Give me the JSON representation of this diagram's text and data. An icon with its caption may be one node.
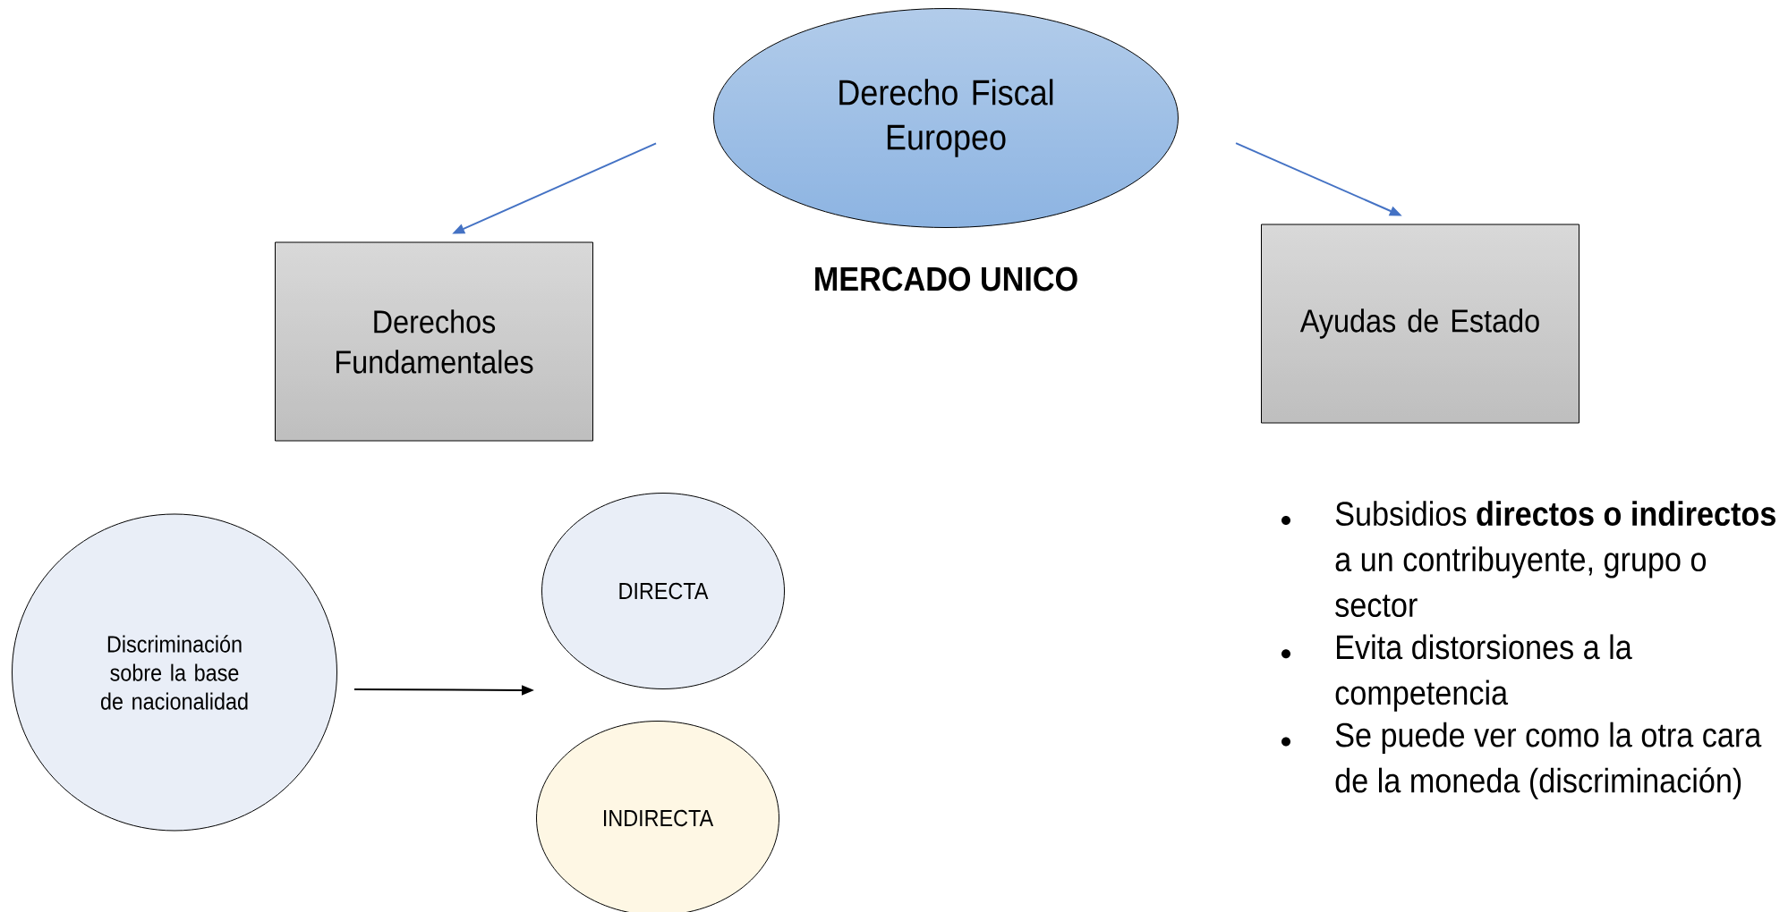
{
  "diagram": {
    "nodes": [
      {
        "text": [
          "Derecho Fiscal Europeo"
        ]
      },
      {
        "text": [
          "Derechos Fundamentales"
        ]
      },
      {
        "text": [
          "Ayudas de Estado"
        ]
      },
      {
        "text": [
          "Discriminación sobre la base de nacionalidad"
        ]
      },
      {
        "text": [
          "DIRECTA"
        ]
      },
      {
        "text": [
          "INDIRECTA"
        ]
      }
    ],
    "edges": [
      {
        "from": 0,
        "to": 1,
        "arrow": "to"
      },
      {
        "from": 0,
        "to": 2,
        "arrow": "to"
      },
      {
        "from": 3,
        "to": null,
        "arrow": "to",
        "color": "#000000"
      }
    ],
    "labels": [
      "MERCADO UNICO",
      "Subsidios **directos o indirectos** a un contribuyente, grupo o sector",
      "Evita distorsiones a la competencia",
      "Se puede ver como la otra cara de la moneda (discriminación)"
    ]
  }
}
